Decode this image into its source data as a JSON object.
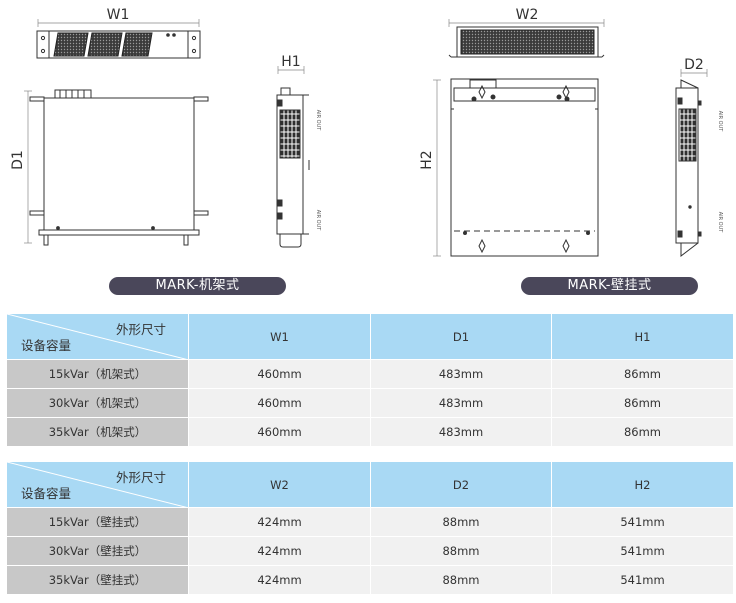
{
  "dimension_labels": {
    "w1": "W1",
    "h1": "H1",
    "d1": "D1",
    "w2": "W2",
    "d2": "D2",
    "h2": "H2",
    "air_out": "AIR OUT"
  },
  "captions": {
    "rack": "MARK-机架式",
    "wall": "MARK-壁挂式"
  },
  "colors": {
    "pill": "#4a475a",
    "table_header": "#a9d9f4",
    "row_header": "#c8c8c8",
    "cell": "#f1f1f1"
  },
  "tables": [
    {
      "corner_top": "外形尺寸",
      "corner_bottom": "设备容量",
      "columns": [
        "W1",
        "D1",
        "H1"
      ],
      "rows": [
        {
          "label": "15kVar（机架式）",
          "values": [
            "460mm",
            "483mm",
            "86mm"
          ]
        },
        {
          "label": "30kVar（机架式）",
          "values": [
            "460mm",
            "483mm",
            "86mm"
          ]
        },
        {
          "label": "35kVar（机架式）",
          "values": [
            "460mm",
            "483mm",
            "86mm"
          ]
        }
      ]
    },
    {
      "corner_top": "外形尺寸",
      "corner_bottom": "设备容量",
      "columns": [
        "W2",
        "D2",
        "H2"
      ],
      "rows": [
        {
          "label": "15kVar（壁挂式）",
          "values": [
            "424mm",
            "88mm",
            "541mm"
          ]
        },
        {
          "label": "30kVar（壁挂式）",
          "values": [
            "424mm",
            "88mm",
            "541mm"
          ]
        },
        {
          "label": "35kVar（壁挂式）",
          "values": [
            "424mm",
            "88mm",
            "541mm"
          ]
        }
      ]
    }
  ]
}
